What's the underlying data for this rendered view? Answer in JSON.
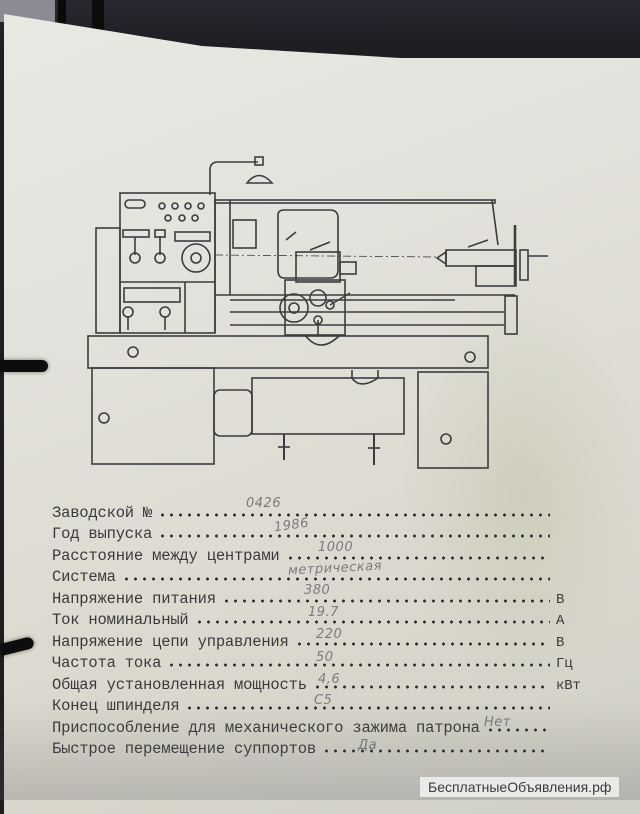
{
  "document": {
    "title": "Lathe passport specification sheet",
    "drawing": {
      "subject": "Screw-cutting lathe front view"
    },
    "specs": [
      {
        "label": "Заводской №",
        "value": "0426",
        "unit": ""
      },
      {
        "label": "Год выпуска",
        "value": "1986",
        "unit": ""
      },
      {
        "label": "Расстояние между центрами",
        "value": "1000",
        "unit": ""
      },
      {
        "label": "Система",
        "value": "метрическая",
        "unit": ""
      },
      {
        "label": "Напряжение питания",
        "value": "380",
        "unit": "В"
      },
      {
        "label": "Ток номинальный",
        "value": "19.7",
        "unit": "А"
      },
      {
        "label": "Напряжение цепи управления",
        "value": "220",
        "unit": "В"
      },
      {
        "label": "Частота тока",
        "value": "50",
        "unit": "Гц"
      },
      {
        "label": "Общая установленная мощность",
        "value": "4,6",
        "unit": "кВт"
      },
      {
        "label": "Конец шпинделя",
        "value": "С5",
        "unit": ""
      },
      {
        "label": "Приспособление для механического зажима патрона",
        "value": "Нет",
        "unit": ""
      },
      {
        "label": "Быстрое перемещение суппортов",
        "value": "Да",
        "unit": ""
      }
    ]
  },
  "watermark": {
    "text": "БесплатныеОбъявления.рф"
  },
  "colors": {
    "paper": "#e4e3dc",
    "ink": "#3a3a3e",
    "handwriting": "#7a7a80"
  }
}
